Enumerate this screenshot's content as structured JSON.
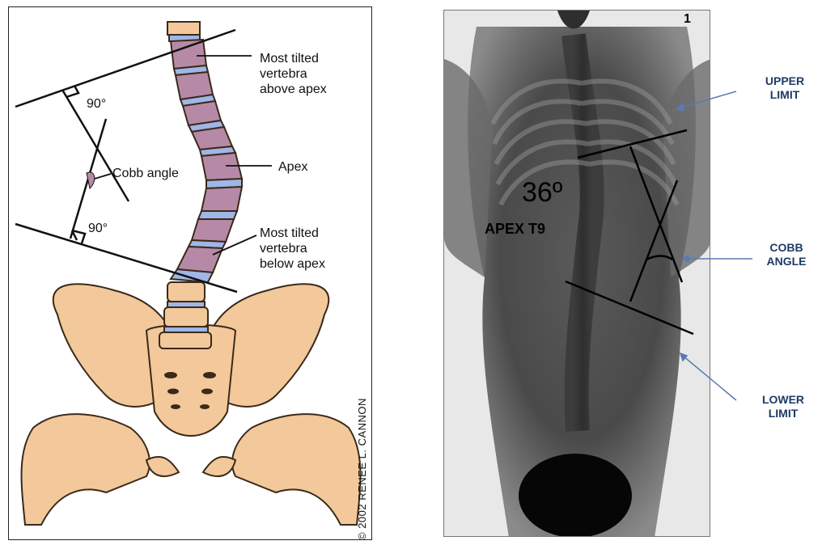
{
  "left_figure": {
    "labels": {
      "upper_vertebra": [
        "Most tilted",
        "vertebra",
        "above apex"
      ],
      "apex": "Apex",
      "cobb_angle": "Cobb angle",
      "angle_upper": "90°",
      "angle_lower": "90°",
      "lower_vertebra": [
        "Most tilted",
        "vertebra",
        "below apex"
      ]
    },
    "credit": "© 2002 RENEE L. CANNON"
  },
  "right_figure": {
    "angle_value": "36º",
    "apex_label": "APEX T9",
    "corner_mark": "1",
    "labels": {
      "upper_limit": [
        "UPPER",
        "LIMIT"
      ],
      "cobb_angle": [
        "COBB",
        "ANGLE"
      ],
      "lower_limit": [
        "LOWER",
        "LIMIT"
      ]
    }
  },
  "colors": {
    "vertebra": "#b68aa6",
    "disc": "#9fb6e6",
    "bone": "#f3c89a",
    "label_blue": "#1f3b66"
  }
}
